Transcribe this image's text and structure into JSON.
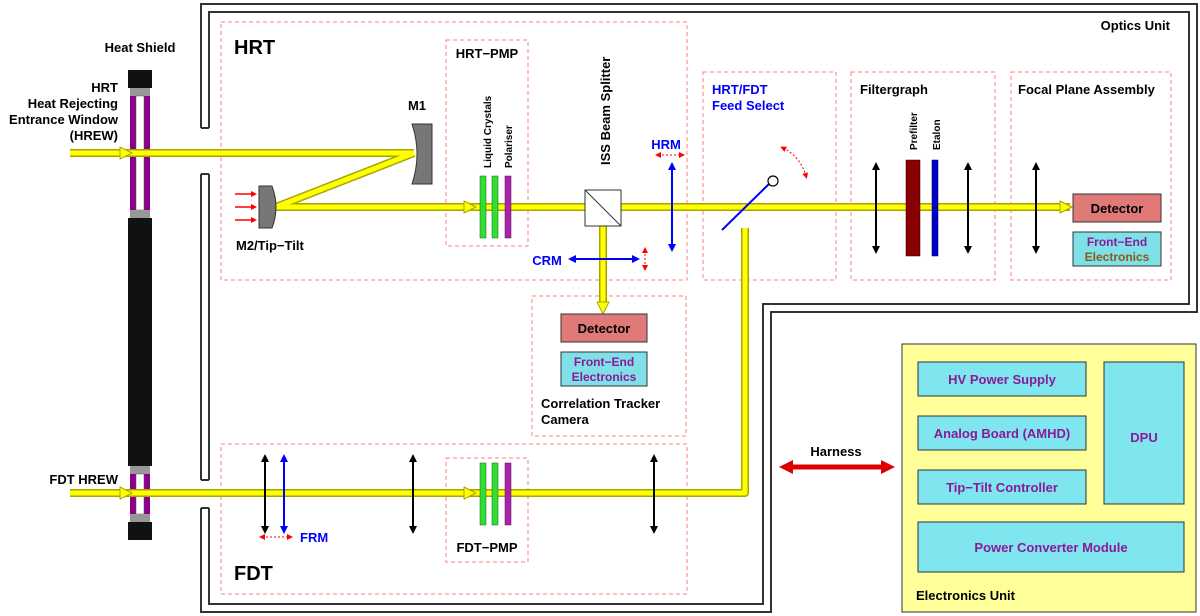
{
  "heat_shield": {
    "title": "Heat Shield",
    "hrt_window": [
      "HRT",
      "Heat Rejecting",
      "Entrance Window",
      "(HREW)"
    ],
    "fdt_window": "FDT HREW"
  },
  "optics_unit": {
    "title": "Optics Unit",
    "hrt": {
      "title": "HRT",
      "m1": "M1",
      "m2": "M2/Tip−Tilt",
      "pmp": {
        "title": "HRT−PMP",
        "liquid_crystals": "Liquid Crystals",
        "polariser": "Polariser"
      },
      "beam_splitter": "ISS Beam Splitter",
      "hrm": "HRM",
      "crm": "CRM"
    },
    "correlation_tracker": {
      "detector": "Detector",
      "fee": [
        "Front−End",
        "Electronics"
      ],
      "title": [
        "Correlation Tracker",
        "Camera"
      ]
    },
    "feed_select": {
      "title": [
        "HRT/FDT",
        "Feed Select"
      ]
    },
    "filtergraph": {
      "title": "Filtergraph",
      "prefilter": "Prefilter",
      "etalon": "Etalon"
    },
    "focal_plane": {
      "title": "Focal Plane Assembly",
      "detector": "Detector",
      "fee": [
        "Front−End",
        "Electronics"
      ]
    },
    "fdt": {
      "title": "FDT",
      "frm": "FRM",
      "pmp": {
        "title": "FDT−PMP"
      }
    }
  },
  "harness": "Harness",
  "electronics_unit": {
    "title": "Electronics Unit",
    "hv_power_supply": "HV Power Supply",
    "analog_board": "Analog Board (AMHD)",
    "tip_tilt_controller": "Tip−Tilt Controller",
    "dpu": "DPU",
    "power_converter": "Power Converter Module"
  },
  "colors": {
    "beam": "#ffff00",
    "beam_edge": "#a6a600",
    "box_dash": "#ff7f7f",
    "liquid_crystal": "#33dd33",
    "polariser": "#aa22aa",
    "mechanism": "#0000ff",
    "detector": "#e07a78",
    "fee": "#7fe0e8",
    "fee_text": "#8b1a9a",
    "electronics_bg": "#ffff99",
    "electronics_box": "#7fe5ee",
    "prefilter": "#880000",
    "etalon": "#0000cc",
    "window": "#8b008b",
    "harness": "#dd0000"
  }
}
